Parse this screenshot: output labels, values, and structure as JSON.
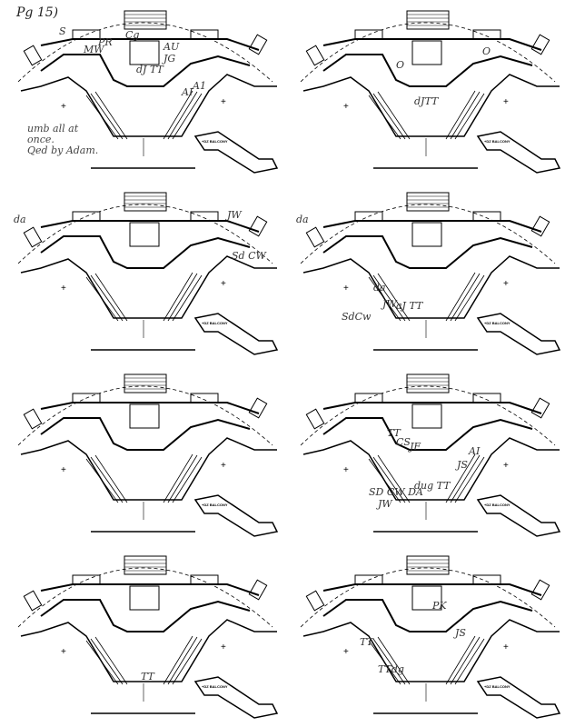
{
  "page_label": "Pg 15)",
  "note_lines": [
    "umb all at",
    "once.",
    "Qed by Adam."
  ],
  "balcony_label": "+DZ BALCONY",
  "panels": [
    {
      "annotations": [
        "S",
        "PR",
        "MW",
        "Cg",
        "AU",
        "JG",
        "dJ TT",
        "AI",
        "A1"
      ]
    },
    {
      "annotations": [
        "O",
        "O",
        "dJTT"
      ]
    },
    {
      "annotations": [
        "da",
        "JW",
        "Sd CW"
      ]
    },
    {
      "annotations": [
        "da",
        "da",
        "JW",
        "SdCw",
        "aJ TT"
      ]
    },
    {
      "annotations": []
    },
    {
      "annotations": [
        "TT",
        "CS",
        "JF",
        "AI",
        "JS",
        "SD CW DA",
        "JW",
        "dug TT"
      ]
    },
    {
      "annotations": [
        "TT"
      ]
    },
    {
      "annotations": [
        "PK",
        "JS",
        "TT",
        "TTdg"
      ]
    }
  ]
}
